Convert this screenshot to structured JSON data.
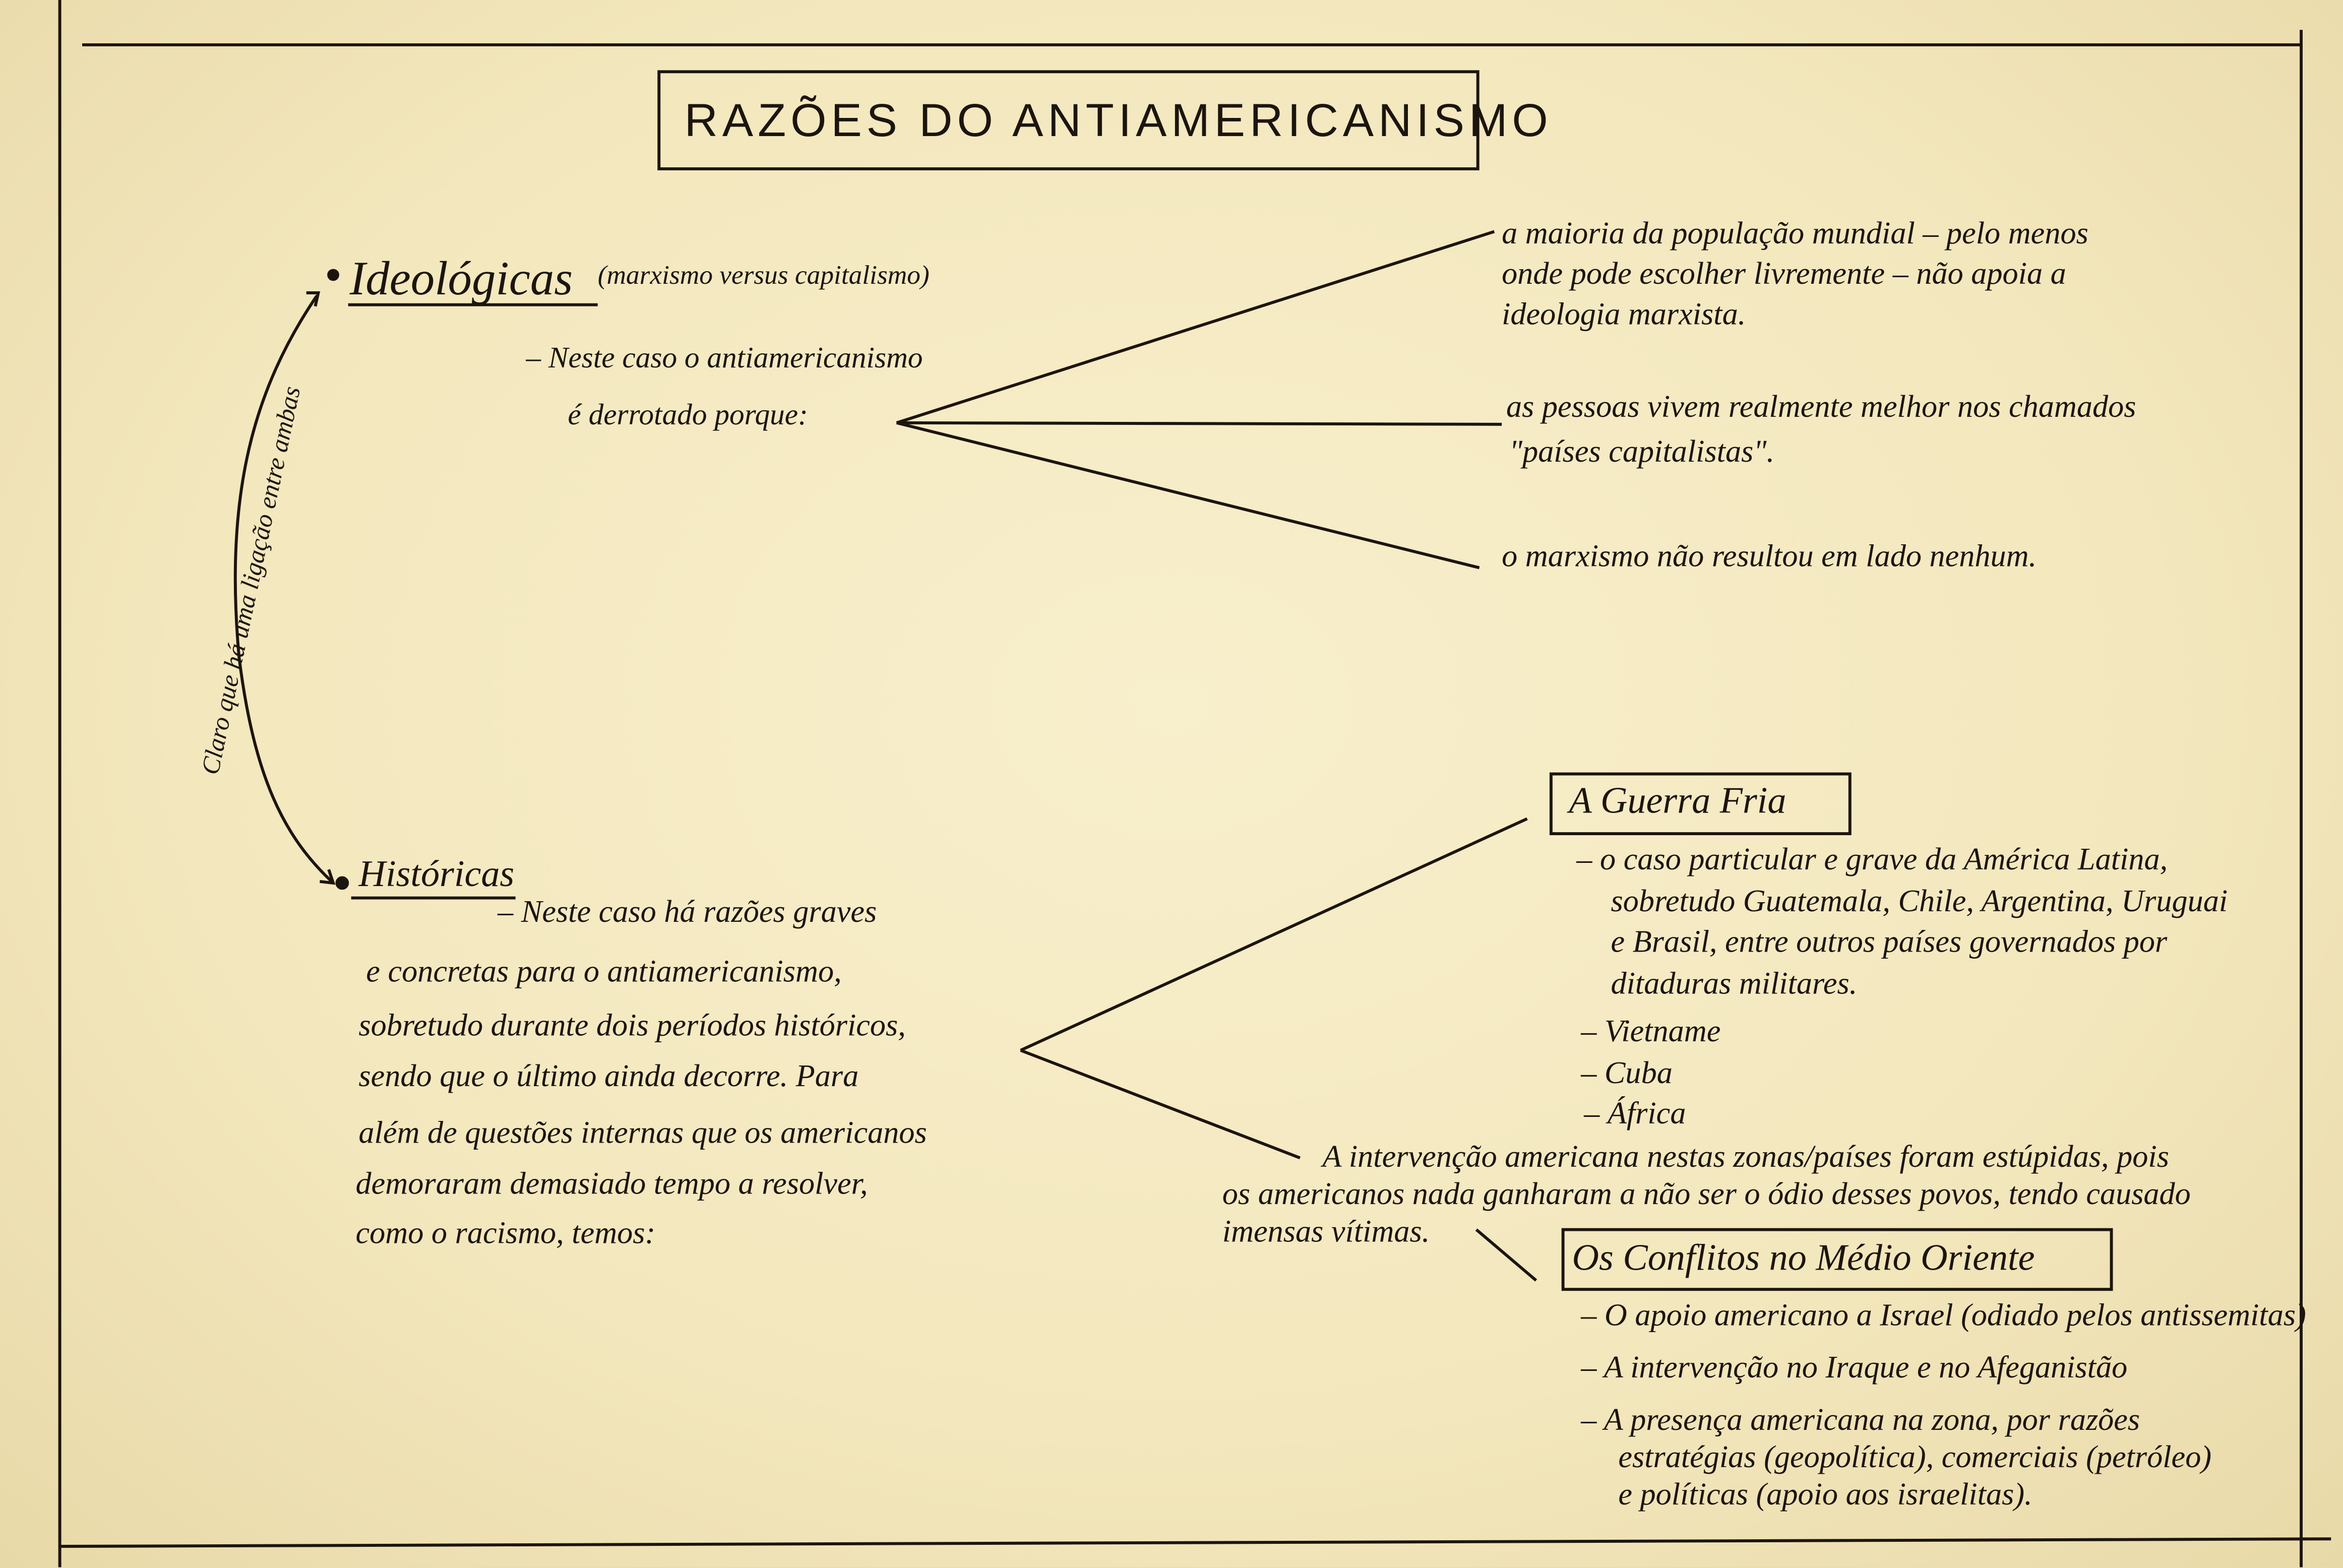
{
  "title": "RAZÕES DO ANTIAMERICANISMO",
  "link_note": "Claro que há uma ligação entre ambas",
  "ideologicas": {
    "heading": "Ideológicas",
    "subtitle": "(marxismo versus capitalismo)",
    "intro": [
      "– Neste caso o antiamericanismo",
      "é derrotado porque:"
    ],
    "reasons": [
      [
        "a maioria da população mundial – pelo menos",
        "onde pode escolher livremente – não apoia a",
        "ideologia marxista."
      ],
      [
        "as pessoas vivem realmente melhor nos chamados",
        "\"países capitalistas\"."
      ],
      [
        "o marxismo não resultou em lado nenhum."
      ]
    ]
  },
  "historicas": {
    "heading": "Históricas",
    "paragraph": [
      "– Neste caso há razões graves",
      "e concretas para o antiamericanismo,",
      "sobretudo durante dois períodos históricos,",
      "sendo que o último ainda decorre. Para",
      "além de questões internas que os americanos",
      "demoraram demasiado tempo a resolver,",
      "como o racismo, temos:"
    ]
  },
  "guerra_fria": {
    "heading": "A Guerra Fria",
    "items": [
      [
        "– o caso particular e grave da América Latina,",
        "sobretudo Guatemala, Chile, Argentina, Uruguai",
        "e Brasil, entre outros países governados por",
        "ditaduras militares."
      ],
      [
        "– Vietname"
      ],
      [
        "– Cuba"
      ],
      [
        "– África"
      ]
    ],
    "conclusion": [
      "A intervenção americana nestas zonas/países foram estúpidas, pois",
      "os americanos nada ganharam a não ser o ódio desses povos, tendo causado",
      "imensas vítimas."
    ]
  },
  "medio_oriente": {
    "heading": "Os Conflitos no Médio Oriente",
    "items": [
      [
        "– O apoio americano a Israel (odiado pelos antissemitas)"
      ],
      [
        "– A intervenção no Iraque e no Afeganistão"
      ],
      [
        "– A presença americana na zona, por razões",
        "estratégias (geopolítica), comerciais (petróleo)",
        "e políticas (apoio aos israelitas)."
      ]
    ]
  }
}
